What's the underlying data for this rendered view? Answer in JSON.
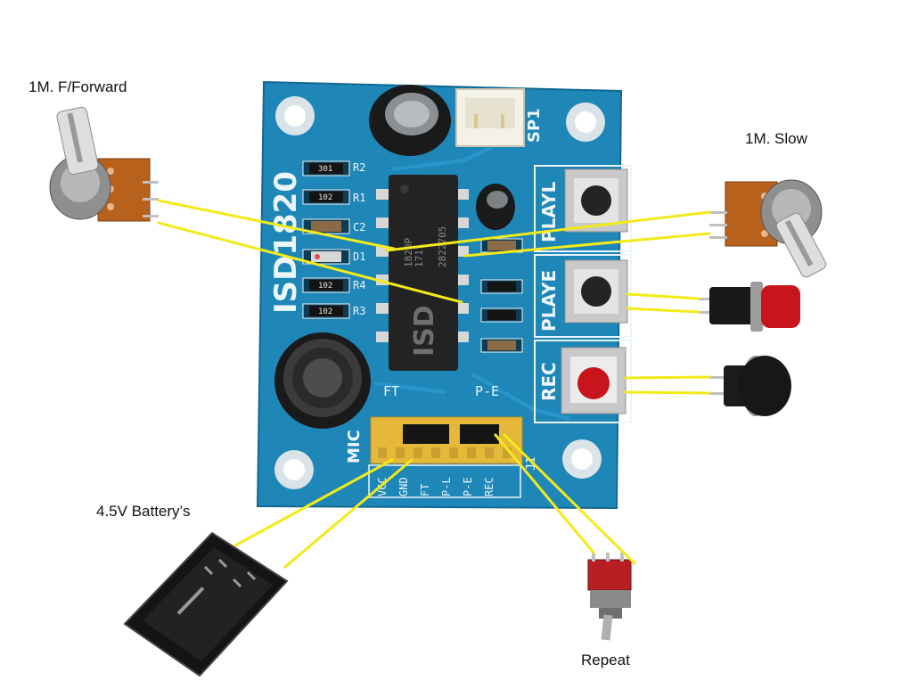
{
  "labels": {
    "pot_forward": "1M. F/Forward",
    "pot_slow": "1M. Slow",
    "battery": "4.5V Battery’s",
    "repeat": "Repeat"
  },
  "board": {
    "name": "ISD1820",
    "connector": "SP1",
    "chip_text": [
      "ISD",
      "1820P",
      "1711",
      "2822705"
    ],
    "jumpers": [
      "FT",
      "P-E"
    ],
    "header_pins": [
      "VCC",
      "GND",
      "FT",
      "P-L",
      "P-E",
      "REC"
    ],
    "header_label": "J1",
    "mic_label": "MIC",
    "buttons": [
      "PLAYL",
      "PLAYE",
      "REC"
    ],
    "components": [
      "R2",
      "R1",
      "C2",
      "D1",
      "R4",
      "R3"
    ],
    "resistor_codes": [
      "301",
      "102",
      "102",
      "102"
    ]
  },
  "colors": {
    "pcb": "#1f86b8",
    "wire": "#f2ea1a",
    "button_red": "#c8151c"
  }
}
